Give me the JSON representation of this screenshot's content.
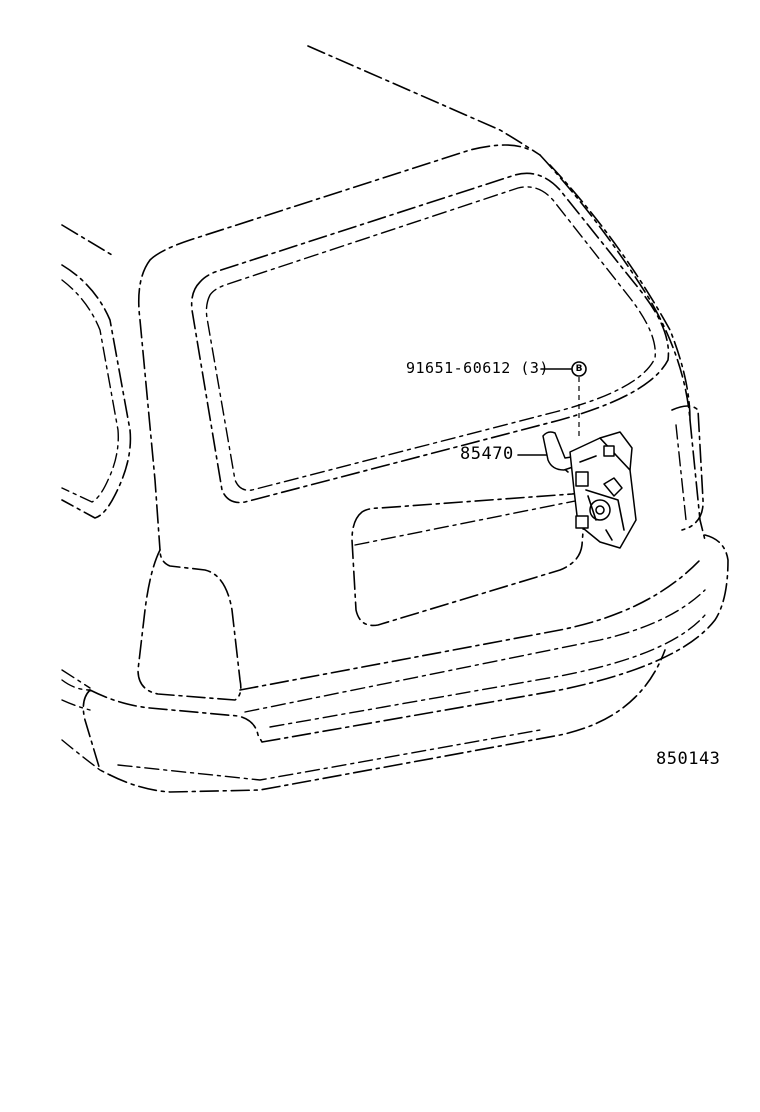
{
  "callouts": {
    "bolt_part_number": "91651-60612",
    "bolt_quantity": "(3)",
    "bolt_marker": "B",
    "main_part_number": "85470"
  },
  "diagram_reference": "850143"
}
